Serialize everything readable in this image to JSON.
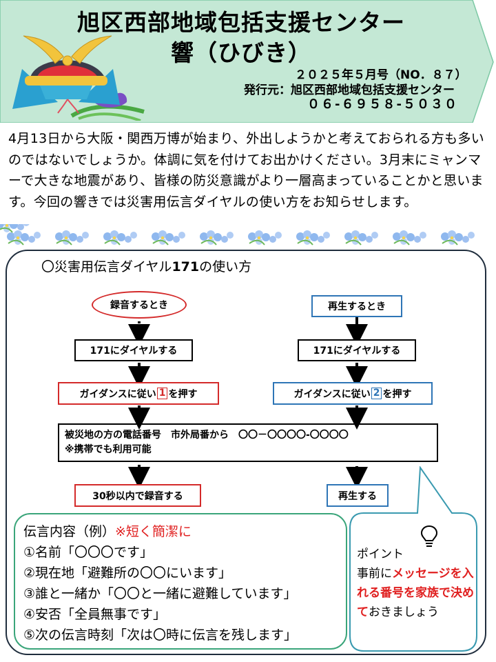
{
  "header": {
    "title_line1": "旭区西部地域包括支援センター",
    "title_line2": "響（ひびき）",
    "issue": "２０２５年５月号（NO．８７）",
    "publisher": "発行元：旭区西部地域包括支援センター",
    "phone": "０６-６９５８-５０３０"
  },
  "intro": {
    "paragraph": "4月13日から大阪・関西万博が始まり、外出しようかと考えておられる方も多いのではないでしょうか。体調に気を付けてお出かけください。3月末にミャンマーで大きな地震があり、皆様の防災意識がより一層高まっていることかと思います。今回の響きでは災害用伝言ダイヤルの使い方をお知らせします。"
  },
  "guide": {
    "title_prefix": "〇災害用伝言ダイヤル",
    "title_number": "171",
    "title_suffix": "の使い方",
    "record": {
      "start": "録音するとき",
      "dial": "171にダイヤルする",
      "guidance_pre": "ガイダンスに従い",
      "guidance_num": "1",
      "guidance_post": "を押す",
      "final": "30秒以内で録音する"
    },
    "play": {
      "start": "再生するとき",
      "dial": "171にダイヤルする",
      "guidance_pre": "ガイダンスに従い",
      "guidance_num": "2",
      "guidance_post": "を押す",
      "final": "再生する"
    },
    "phone_line1": "被災地の方の電話番号　市外局番から　〇〇－〇〇〇〇-〇〇〇〇",
    "phone_line2": "※携帯でも利用可能"
  },
  "message": {
    "heading": "伝言内容（例）",
    "heading_note": "※短く簡潔に",
    "items": [
      "①名前「〇〇〇です」",
      "②現在地「避難所の〇〇にいます」",
      "③誰と一緒か「〇〇と一緒に避難しています」",
      "④安否「全員無事です」",
      "⑤次の伝言時刻「次は〇時に伝言を残します」"
    ]
  },
  "point": {
    "label": "ポイント",
    "text_1": "事前に",
    "bold_1": "メッセージを入れる番号を家族で決めて",
    "text_2": "おきましょう"
  },
  "colors": {
    "header_bg": "#c4e8d5",
    "red": "#d42a2a",
    "blue": "#2e75b6",
    "green_border": "#3aa57a",
    "teal_border": "#3a9ab0"
  }
}
